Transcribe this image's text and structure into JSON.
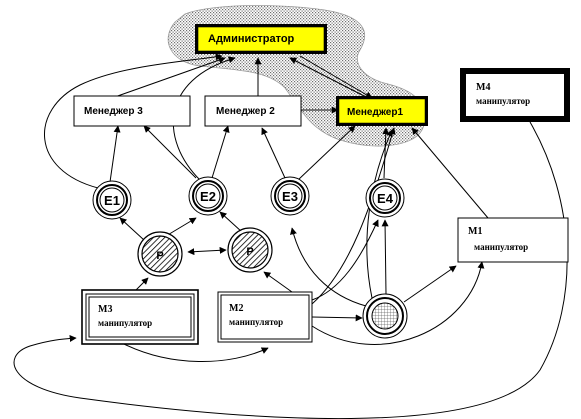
{
  "nodes": {
    "admin": {
      "label": "Администратор",
      "fill": "#ffff00"
    },
    "manager3": {
      "label": "Менеджер 3",
      "fill": "#ffffff"
    },
    "manager2": {
      "label": "Менеджер 2",
      "fill": "#ffffff"
    },
    "manager1": {
      "label": "Менеджер1",
      "fill": "#ffff00"
    },
    "m4": {
      "line1": "М4",
      "line2": "манипулятор"
    },
    "m1": {
      "line1": "М1",
      "line2": "манипулятор"
    },
    "m2": {
      "line1": "М2",
      "line2": "манипулятор"
    },
    "m3": {
      "line1": "М3",
      "line2": "манипулятор"
    },
    "e1": {
      "label": "E1"
    },
    "e2": {
      "label": "E2"
    },
    "e3": {
      "label": "E3"
    },
    "e4": {
      "label": "E4"
    },
    "p": {
      "label": "P"
    },
    "r": {
      "label": "P"
    }
  },
  "colors": {
    "stroke": "#000000",
    "highlight": "#ffff00",
    "shade": "#8c8c8c"
  }
}
